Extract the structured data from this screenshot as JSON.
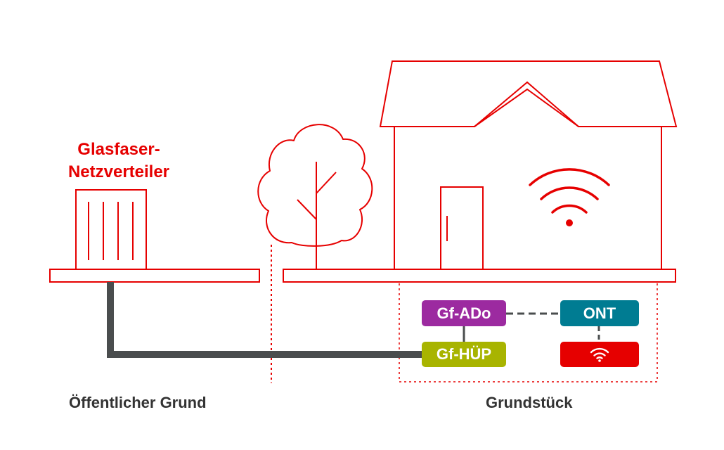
{
  "labels": {
    "distributor_line1": "Glasfaser-",
    "distributor_line2": "Netzverteiler",
    "public_ground": "Öffentlicher Grund",
    "property": "Grundstück"
  },
  "boxes": {
    "gf_ado": "Gf-ADo",
    "ont": "ONT",
    "gf_huep": "Gf-HÜP",
    "router_icon": "wifi-icon"
  },
  "colors": {
    "brand_red": "#e60000",
    "cable_gray": "#4a4d4e",
    "gf_ado_purple": "#9c2aa0",
    "ont_teal": "#007c92",
    "gf_huep_green": "#a8b400",
    "text_dark": "#333333"
  }
}
